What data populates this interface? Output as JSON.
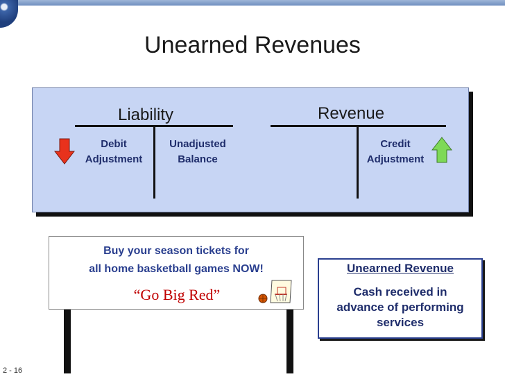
{
  "slide": {
    "title": "Unearned Revenues",
    "page_number": "2 - 16"
  },
  "t_accounts": {
    "liability": {
      "title": "Liability",
      "left_label_1": "Debit",
      "left_label_2": "Adjustment",
      "right_label_1": "Unadjusted",
      "right_label_2": "Balance",
      "arrow_color": "#e8321c"
    },
    "revenue": {
      "title": "Revenue",
      "right_label_1": "Credit",
      "right_label_2": "Adjustment",
      "arrow_color": "#7ed957"
    }
  },
  "sign": {
    "line_1": "Buy your season tickets for",
    "line_2": "all home basketball games NOW!",
    "slogan": "“Go Big Red”",
    "icon": "basketball-hoop-icon"
  },
  "definition_box": {
    "title": "Unearned Revenue",
    "line_1": "Cash received in",
    "line_2": "advance of performing",
    "line_3": "services"
  }
}
